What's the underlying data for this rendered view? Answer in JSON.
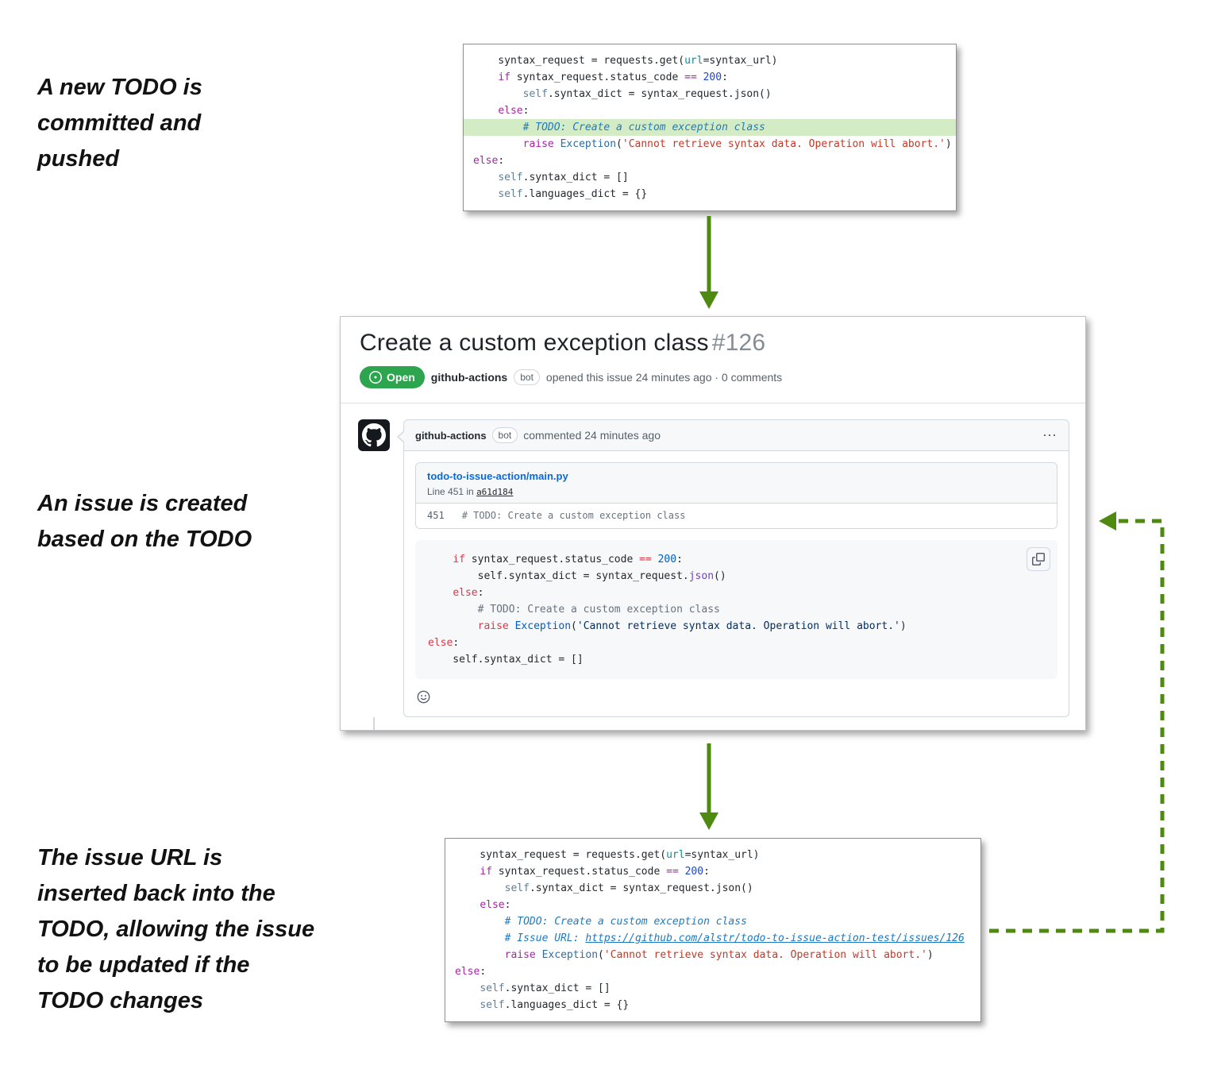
{
  "colors": {
    "arrow": "#4e8a10",
    "open_badge": "#2da44e",
    "link": "#0969da",
    "todo_highlight": "#d3ecc6"
  },
  "icons": {
    "kebab": "⋯"
  },
  "annotations": {
    "step1": "A new TODO is committed and pushed",
    "step2": "An issue is created based on the TODO",
    "step3": "The issue URL is inserted back into the TODO, allowing the issue to be updated if the TODO changes"
  },
  "code_top": {
    "lines": [
      {
        "tokens": [
          [
            "pl",
            "    syntax_request = requests.get("
          ],
          [
            "param",
            "url"
          ],
          [
            "pl",
            "=syntax_url)"
          ]
        ]
      },
      {
        "tokens": [
          [
            "pl",
            "    "
          ],
          [
            "kw",
            "if"
          ],
          [
            "pl",
            " syntax_request.status_code "
          ],
          [
            "kw",
            "=="
          ],
          [
            "pl",
            " "
          ],
          [
            "num",
            "200"
          ],
          [
            "pl",
            ":"
          ]
        ]
      },
      {
        "tokens": [
          [
            "pl",
            "        "
          ],
          [
            "self",
            "self"
          ],
          [
            "pl",
            ".syntax_dict = syntax_request.json()"
          ]
        ]
      },
      {
        "tokens": [
          [
            "pl",
            "    "
          ],
          [
            "kw",
            "else"
          ],
          [
            "pl",
            ":"
          ]
        ]
      },
      {
        "tokens": [
          [
            "cm",
            "        # TODO: Create a custom exception class"
          ]
        ],
        "highlight": true
      },
      {
        "tokens": [
          [
            "pl",
            "        "
          ],
          [
            "kw",
            "raise"
          ],
          [
            "pl",
            " "
          ],
          [
            "exc",
            "Exception"
          ],
          [
            "pl",
            "("
          ],
          [
            "str",
            "'Cannot retrieve syntax data. Operation will abort.'"
          ],
          [
            "pl",
            ")"
          ]
        ]
      },
      {
        "tokens": [
          [
            "kw",
            "else"
          ],
          [
            "pl",
            ":"
          ]
        ]
      },
      {
        "tokens": [
          [
            "pl",
            "    "
          ],
          [
            "self",
            "self"
          ],
          [
            "pl",
            ".syntax_dict = []"
          ]
        ]
      },
      {
        "tokens": [
          [
            "pl",
            "    "
          ],
          [
            "self",
            "self"
          ],
          [
            "pl",
            ".languages_dict = {}"
          ]
        ]
      }
    ]
  },
  "issue": {
    "title": "Create a custom exception class",
    "number": "#126",
    "state_label": "Open",
    "author": "github-actions",
    "bot_label": "bot",
    "opened_text": "opened this issue 24 minutes ago · 0 comments",
    "comment": {
      "author": "github-actions",
      "bot_label": "bot",
      "commented_text": "commented 24 minutes ago",
      "ref": {
        "file": "todo-to-issue-action/main.py",
        "line_label": "Line 451 in",
        "commit": "a61d184",
        "line_number": "451",
        "line_code": "# TODO: Create a custom exception class"
      },
      "code_lines": [
        {
          "tokens": [
            [
              "pl",
              "    "
            ],
            [
              "kw",
              "if"
            ],
            [
              "pl",
              " syntax_request.status_code "
            ],
            [
              "kw",
              "=="
            ],
            [
              "pl",
              " "
            ],
            [
              "num",
              "200"
            ],
            [
              "pl",
              ":"
            ]
          ]
        },
        {
          "tokens": [
            [
              "pl",
              "        self.syntax_dict = syntax_request."
            ],
            [
              "ent",
              "json"
            ],
            [
              "pl",
              "()"
            ]
          ]
        },
        {
          "tokens": [
            [
              "pl",
              "    "
            ],
            [
              "kw",
              "else"
            ],
            [
              "pl",
              ":"
            ]
          ]
        },
        {
          "tokens": [
            [
              "cm",
              "        # TODO: Create a custom exception class"
            ]
          ]
        },
        {
          "tokens": [
            [
              "pl",
              "        "
            ],
            [
              "kw",
              "raise"
            ],
            [
              "pl",
              " "
            ],
            [
              "exc",
              "Exception"
            ],
            [
              "pl",
              "("
            ],
            [
              "str",
              "'Cannot retrieve syntax data. Operation will abort.'"
            ],
            [
              "pl",
              ")"
            ]
          ]
        },
        {
          "tokens": [
            [
              "kw",
              "else"
            ],
            [
              "pl",
              ":"
            ]
          ]
        },
        {
          "tokens": [
            [
              "pl",
              "    self.syntax_dict = []"
            ]
          ]
        }
      ]
    }
  },
  "code_bottom": {
    "lines": [
      {
        "tokens": [
          [
            "pl",
            "    syntax_request = requests.get("
          ],
          [
            "param",
            "url"
          ],
          [
            "pl",
            "=syntax_url)"
          ]
        ]
      },
      {
        "tokens": [
          [
            "pl",
            "    "
          ],
          [
            "kw",
            "if"
          ],
          [
            "pl",
            " syntax_request.status_code "
          ],
          [
            "kw",
            "=="
          ],
          [
            "pl",
            " "
          ],
          [
            "num",
            "200"
          ],
          [
            "pl",
            ":"
          ]
        ]
      },
      {
        "tokens": [
          [
            "pl",
            "        "
          ],
          [
            "self",
            "self"
          ],
          [
            "pl",
            ".syntax_dict = syntax_request.json()"
          ]
        ]
      },
      {
        "tokens": [
          [
            "pl",
            "    "
          ],
          [
            "kw",
            "else"
          ],
          [
            "pl",
            ":"
          ]
        ]
      },
      {
        "tokens": [
          [
            "cm",
            "        # TODO: Create a custom exception class"
          ]
        ]
      },
      {
        "tokens": [
          [
            "cm",
            "        # Issue URL: "
          ],
          [
            "cmlink",
            "https://github.com/alstr/todo-to-issue-action-test/issues/126"
          ]
        ]
      },
      {
        "tokens": [
          [
            "pl",
            "        "
          ],
          [
            "kw",
            "raise"
          ],
          [
            "pl",
            " "
          ],
          [
            "exc",
            "Exception"
          ],
          [
            "pl",
            "("
          ],
          [
            "str",
            "'Cannot retrieve syntax data. Operation will abort.'"
          ],
          [
            "pl",
            ")"
          ]
        ]
      },
      {
        "tokens": [
          [
            "kw",
            "else"
          ],
          [
            "pl",
            ":"
          ]
        ]
      },
      {
        "tokens": [
          [
            "pl",
            "    "
          ],
          [
            "self",
            "self"
          ],
          [
            "pl",
            ".syntax_dict = []"
          ]
        ]
      },
      {
        "tokens": [
          [
            "pl",
            "    "
          ],
          [
            "self",
            "self"
          ],
          [
            "pl",
            ".languages_dict = {}"
          ]
        ]
      }
    ]
  }
}
